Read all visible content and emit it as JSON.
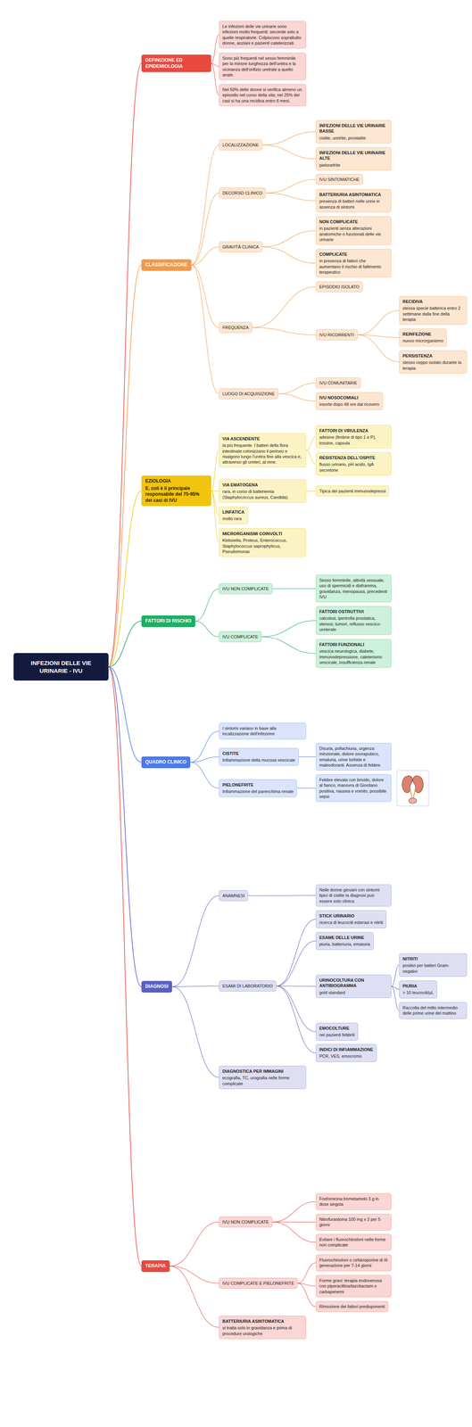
{
  "diagram": {
    "nodes": [
      {
        "text": [
          "INFEZIONI DELLE VIE URINARIE - IVU"
        ]
      },
      {
        "text": [
          "DEFINIZIONE ED EPIDEMIOLOGIA"
        ]
      },
      {
        "text": [
          "Le infezioni delle vie urinarie sono infezioni molto frequenti: seconde solo a quelle respiratorie. Colpiscono soprattutto donne, anziani e pazienti cateterizzati."
        ]
      },
      {
        "text": [
          "Sono più frequenti nel sesso femminile per la minore lunghezza dell'uretra e la vicinanza dell'orifizio uretrale a quello anale."
        ]
      },
      {
        "text": [
          "Nel 50% delle donne si verifica almeno un episodio nel corso della vita; nel 25% dei casi si ha una recidiva entro 6 mesi."
        ]
      },
      {
        "text": [
          "CLASSIFICAZIONE"
        ]
      },
      {
        "text": [
          "LOCALIZZAZIONE"
        ]
      },
      {
        "text": [
          "INFEZIONI DELLE VIE URINARIE BASSE",
          "cistite, uretrite, prostatite"
        ]
      },
      {
        "text": [
          "INFEZIONI DELLE VIE URINARIE ALTE",
          "pielonefrite"
        ]
      },
      {
        "text": [
          "DECORSO CLINICO"
        ]
      },
      {
        "text": [
          "IVU SINTOMATICHE"
        ]
      },
      {
        "text": [
          "BATTERIURIA ASINTOMATICA",
          "presenza di batteri nelle urine in assenza di sintomi"
        ]
      },
      {
        "text": [
          "GRAVITÀ CLINICA"
        ]
      },
      {
        "text": [
          "NON COMPLICATE",
          "in pazienti senza alterazioni anatomiche o funzionali delle vie urinarie"
        ]
      },
      {
        "text": [
          "COMPLICATE",
          "in presenza di fattori che aumentano il rischio di fallimento terapeutico"
        ]
      },
      {
        "text": [
          "FREQUENZA"
        ]
      },
      {
        "text": [
          "EPISODIO ISOLATO"
        ]
      },
      {
        "text": [
          "IVU RICORRENTI"
        ]
      },
      {
        "text": [
          "RECIDIVA",
          "stessa specie batterica entro 2 settimane dalla fine della terapia"
        ]
      },
      {
        "text": [
          "REINFEZIONE",
          "nuovo microrganismo"
        ]
      },
      {
        "text": [
          "PERSISTENZA",
          "stesso ceppo isolato durante la terapia"
        ]
      },
      {
        "text": [
          "LUOGO DI ACQUISIZIONE"
        ]
      },
      {
        "text": [
          "IVU COMUNITARIE"
        ]
      },
      {
        "text": [
          "IVU NOSOCOMIALI",
          "insorte dopo 48 ore dal ricovero"
        ]
      },
      {
        "text": [
          "EZIOLOGIA",
          "E. coli è il principale responsabile del 75-95% dei casi di IVU"
        ]
      },
      {
        "text": [
          "VIA ASCENDENTE",
          "la più frequente. I batteri della flora intestinale colonizzano il perineo e risalgono lungo l'uretra fino alla vescica e, attraverso gli ureteri, al rene."
        ]
      },
      {
        "text": [
          "FATTORI DI VIRULENZA",
          "adesine (fimbrie di tipo 1 e P), tossine, capsula"
        ]
      },
      {
        "text": [
          "RESISTENZA DELL'OSPITE",
          "flusso urinario, pH acido, IgA secretorie"
        ]
      },
      {
        "text": [
          "VIA EMATOGENA",
          "rara, in corso di batteriemia (Staphylococcus aureus, Candida)."
        ]
      },
      {
        "text": [
          "Tipica dei pazienti immunodepressi"
        ]
      },
      {
        "text": [
          "LINFATICA",
          "molto rara"
        ]
      },
      {
        "text": [
          "MICRORGANISMI COINVOLTI",
          "Klebsiella, Proteus, Enterococcus, Staphylococcus saprophyticus, Pseudomonas"
        ]
      },
      {
        "text": [
          "FATTORI DI RISCHIO"
        ]
      },
      {
        "text": [
          "IVU NON COMPLICATE"
        ]
      },
      {
        "text": [
          "Sesso femminile, attività sessuale, uso di spermicidi e diaframma, gravidanza, menopausa, precedenti IVU"
        ]
      },
      {
        "text": [
          "IVU COMPLICATE"
        ]
      },
      {
        "text": [
          "FATTORI OSTRUTTIVI",
          "calcolosi, ipertrofia prostatica, stenosi, tumori, reflusso vescico-ureterale"
        ]
      },
      {
        "text": [
          "FATTORI FUNZIONALI",
          "vescica neurologica, diabete, immunodepressione, cateterismo vescicale, insufficienza renale"
        ]
      },
      {
        "text": [
          "QUADRO CLINICO"
        ]
      },
      {
        "text": [
          "I sintomi variano in base alla localizzazione dell'infezione"
        ]
      },
      {
        "text": [
          "CISTITE",
          "Infiammazione della mucosa vescicale"
        ]
      },
      {
        "text": [
          "Disuria, pollachiuria, urgenza minzionale, dolore sovrapubico, ematuria, urine torbide e maleodoranti. Assenza di febbre."
        ]
      },
      {
        "text": [
          "PIELONEFRITE",
          "Infiammazione del parenchima renale"
        ]
      },
      {
        "text": [
          "Febbre elevata con brivido, dolore al fianco, manovra di Giordano positiva, nausea e vomito, possibile sepsi"
        ]
      },
      {
        "text": [
          "DIAGNOSI"
        ]
      },
      {
        "text": [
          "ANAMNESI"
        ]
      },
      {
        "text": [
          "Nelle donne giovani con sintomi tipici di cistite la diagnosi può essere solo clinica"
        ]
      },
      {
        "text": [
          "ESAMI DI LABORATORIO"
        ]
      },
      {
        "text": [
          "STICK URINARIO",
          "ricerca di leucociti esterasi e nitriti"
        ]
      },
      {
        "text": [
          "ESAME DELLE URINE",
          "piuria, batteriuria, ematuria"
        ]
      },
      {
        "text": [
          "URINOCOLTURA CON ANTIBIOGRAMMA",
          "gold standard"
        ]
      },
      {
        "text": [
          "NITRITI",
          "positivi per batteri Gram-negativi"
        ]
      },
      {
        "text": [
          "PIURIA",
          "> 10 leucociti/µL"
        ]
      },
      {
        "text": [
          "Raccolta del mitto intermedio delle prime urine del mattino"
        ]
      },
      {
        "text": [
          "EMOCOLTURE",
          "nei pazienti febbrili"
        ]
      },
      {
        "text": [
          "INDICI DI INFIAMMAZIONE",
          "PCR, VES, emocromo"
        ]
      },
      {
        "text": [
          "DIAGNOSTICA PER IMMAGINI",
          "ecografia, TC, urografia nelle forme complicate"
        ]
      },
      {
        "text": [
          "TERAPIA"
        ]
      },
      {
        "text": [
          "IVU NON COMPLICATE"
        ]
      },
      {
        "text": [
          "Fosfomicina trometamolo 3 g in dose singola"
        ]
      },
      {
        "text": [
          "Nitrofurantoina 100 mg x 2 per 5 giorni"
        ]
      },
      {
        "text": [
          "Evitare i fluorochinoloni nelle forme non complicate"
        ]
      },
      {
        "text": [
          "IVU COMPLICATE E PIELONEFRITE"
        ]
      },
      {
        "text": [
          "Fluorochinoloni o cefalosporine di III generazione per 7-14 giorni"
        ]
      },
      {
        "text": [
          "Forme gravi: terapia endovenosa con piperacillina/tazobactam o carbapenemi"
        ]
      },
      {
        "text": [
          "Rimozione dei fattori predisponenti"
        ]
      },
      {
        "text": [
          "BATTERIURIA ASINTOMATICA",
          "si tratta solo in gravidanza e prima di procedure urologiche"
        ]
      }
    ],
    "edges": [
      {
        "from": 0,
        "to": 1,
        "arrow": "none"
      },
      {
        "from": 1,
        "to": 2,
        "arrow": "none"
      },
      {
        "from": 1,
        "to": 3,
        "arrow": "none"
      },
      {
        "from": 1,
        "to": 4,
        "arrow": "none"
      },
      {
        "from": 0,
        "to": 5,
        "arrow": "none"
      },
      {
        "from": 5,
        "to": 6,
        "arrow": "none"
      },
      {
        "from": 6,
        "to": 7,
        "arrow": "none"
      },
      {
        "from": 6,
        "to": 8,
        "arrow": "none"
      },
      {
        "from": 5,
        "to": 9,
        "arrow": "none"
      },
      {
        "from": 9,
        "to": 10,
        "arrow": "none"
      },
      {
        "from": 9,
        "to": 11,
        "arrow": "none"
      },
      {
        "from": 5,
        "to": 12,
        "arrow": "none"
      },
      {
        "from": 12,
        "to": 13,
        "arrow": "none"
      },
      {
        "from": 12,
        "to": 14,
        "arrow": "none"
      },
      {
        "from": 5,
        "to": 15,
        "arrow": "none"
      },
      {
        "from": 15,
        "to": 16,
        "arrow": "none"
      },
      {
        "from": 15,
        "to": 17,
        "arrow": "none"
      },
      {
        "from": 17,
        "to": 18,
        "arrow": "none"
      },
      {
        "from": 17,
        "to": 19,
        "arrow": "none"
      },
      {
        "from": 17,
        "to": 20,
        "arrow": "none"
      },
      {
        "from": 5,
        "to": 21,
        "arrow": "none"
      },
      {
        "from": 21,
        "to": 22,
        "arrow": "none"
      },
      {
        "from": 21,
        "to": 23,
        "arrow": "none"
      },
      {
        "from": 0,
        "to": 24,
        "arrow": "none"
      },
      {
        "from": 24,
        "to": 25,
        "arrow": "none"
      },
      {
        "from": 25,
        "to": 26,
        "arrow": "none"
      },
      {
        "from": 25,
        "to": 27,
        "arrow": "none"
      },
      {
        "from": 24,
        "to": 28,
        "arrow": "none"
      },
      {
        "from": 28,
        "to": 29,
        "arrow": "none"
      },
      {
        "from": 24,
        "to": 30,
        "arrow": "none"
      },
      {
        "from": 24,
        "to": 31,
        "arrow": "none"
      },
      {
        "from": 0,
        "to": 32,
        "arrow": "none"
      },
      {
        "from": 32,
        "to": 33,
        "arrow": "none"
      },
      {
        "from": 33,
        "to": 34,
        "arrow": "none"
      },
      {
        "from": 32,
        "to": 35,
        "arrow": "none"
      },
      {
        "from": 35,
        "to": 36,
        "arrow": "none"
      },
      {
        "from": 35,
        "to": 37,
        "arrow": "none"
      },
      {
        "from": 0,
        "to": 38,
        "arrow": "none"
      },
      {
        "from": 38,
        "to": 39,
        "arrow": "none"
      },
      {
        "from": 38,
        "to": 40,
        "arrow": "none"
      },
      {
        "from": 40,
        "to": 41,
        "arrow": "none"
      },
      {
        "from": 38,
        "to": 42,
        "arrow": "none"
      },
      {
        "from": 42,
        "to": 43,
        "arrow": "none"
      },
      {
        "from": 0,
        "to": 44,
        "arrow": "none"
      },
      {
        "from": 44,
        "to": 45,
        "arrow": "none"
      },
      {
        "from": 45,
        "to": 46,
        "arrow": "none"
      },
      {
        "from": 44,
        "to": 47,
        "arrow": "none"
      },
      {
        "from": 47,
        "to": 48,
        "arrow": "none"
      },
      {
        "from": 47,
        "to": 49,
        "arrow": "none"
      },
      {
        "from": 47,
        "to": 50,
        "arrow": "none"
      },
      {
        "from": 50,
        "to": 51,
        "arrow": "none"
      },
      {
        "from": 50,
        "to": 52,
        "arrow": "none"
      },
      {
        "from": 50,
        "to": 53,
        "arrow": "none"
      },
      {
        "from": 47,
        "to": 54,
        "arrow": "none"
      },
      {
        "from": 47,
        "to": 55,
        "arrow": "none"
      },
      {
        "from": 44,
        "to": 56,
        "arrow": "none"
      },
      {
        "from": 0,
        "to": 57,
        "arrow": "none"
      },
      {
        "from": 57,
        "to": 58,
        "arrow": "none"
      },
      {
        "from": 58,
        "to": 59,
        "arrow": "none"
      },
      {
        "from": 58,
        "to": 60,
        "arrow": "none"
      },
      {
        "from": 58,
        "to": 61,
        "arrow": "none"
      },
      {
        "from": 57,
        "to": 62,
        "arrow": "none"
      },
      {
        "from": 62,
        "to": 63,
        "arrow": "none"
      },
      {
        "from": 62,
        "to": 64,
        "arrow": "none"
      },
      {
        "from": 62,
        "to": 65,
        "arrow": "none"
      },
      {
        "from": 57,
        "to": 66,
        "arrow": "none"
      }
    ]
  }
}
